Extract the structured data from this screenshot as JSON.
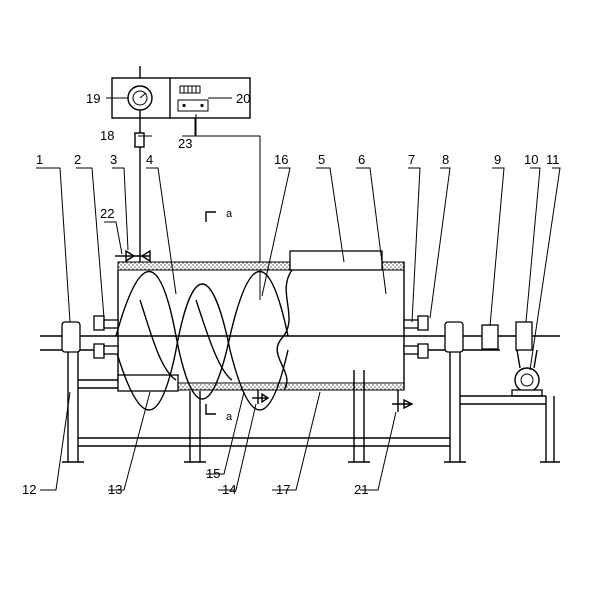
{
  "labels": {
    "l1": "1",
    "l2": "2",
    "l3": "3",
    "l4": "4",
    "l5": "5",
    "l6": "6",
    "l7": "7",
    "l8": "8",
    "l9": "9",
    "l10": "10",
    "l11": "11",
    "l12": "12",
    "l13": "13",
    "l14": "14",
    "l15": "15",
    "l16": "16",
    "l17": "17",
    "l18": "18",
    "l19": "19",
    "l20": "20",
    "l21": "21",
    "l22": "22",
    "l23": "23"
  },
  "section": {
    "top": "a",
    "bottom": "a"
  }
}
